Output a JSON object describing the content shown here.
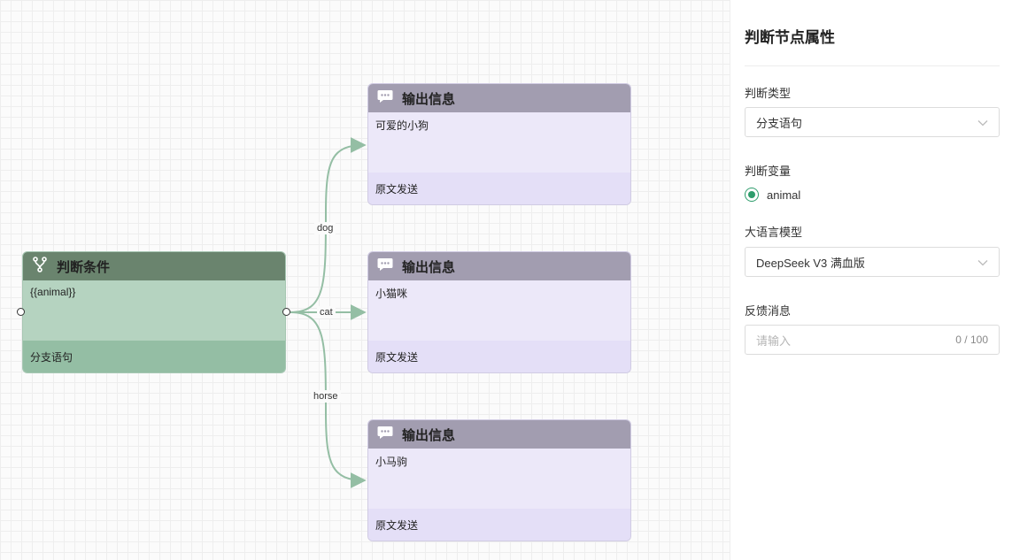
{
  "canvas": {
    "condition_node": {
      "title": "判断条件",
      "content": "{{animal}}",
      "footer": "分支语句",
      "icon": "branch-icon"
    },
    "output_nodes": [
      {
        "title": "输出信息",
        "content": "可爱的小狗",
        "footer": "原文发送",
        "icon": "chat-bubble-icon"
      },
      {
        "title": "输出信息",
        "content": "小猫咪",
        "footer": "原文发送",
        "icon": "chat-bubble-icon"
      },
      {
        "title": "输出信息",
        "content": "小马驹",
        "footer": "原文发送",
        "icon": "chat-bubble-icon"
      }
    ],
    "edges": [
      {
        "label": "dog"
      },
      {
        "label": "cat"
      },
      {
        "label": "horse"
      }
    ],
    "colors": {
      "condition_header": "#6a846e",
      "condition_body": "#b5d3c0",
      "output_header": "#a29db0",
      "output_body": "#ece8f9",
      "edge": "#94bea4",
      "accent": "#2e9d6c"
    }
  },
  "panel": {
    "title": "判断节点属性",
    "judge_type": {
      "label": "判断类型",
      "value": "分支语句"
    },
    "judge_variable": {
      "label": "判断变量",
      "option": "animal",
      "selected": true
    },
    "llm": {
      "label": "大语言模型",
      "value": "DeepSeek V3 满血版"
    },
    "feedback": {
      "label": "反馈消息",
      "placeholder": "请输入",
      "counter": "0 / 100"
    }
  }
}
